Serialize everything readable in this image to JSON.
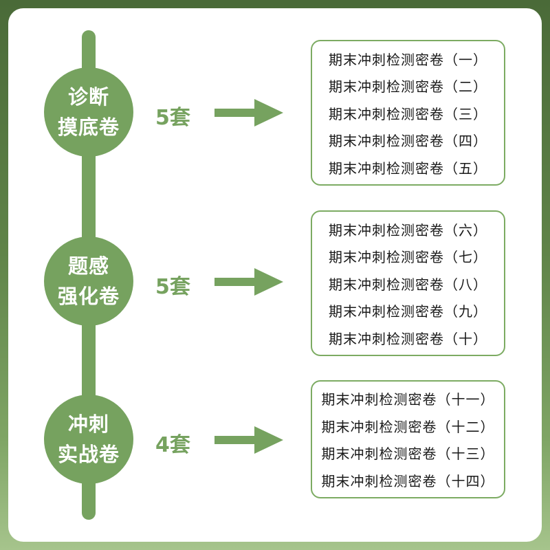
{
  "colors": {
    "accent": "#76a25f",
    "box_border": "#7cab62",
    "background": "#5f8348"
  },
  "groups": [
    {
      "label_line1": "诊断",
      "label_line2": "摸底卷",
      "count": "5套",
      "items": [
        "期末冲刺检测密卷（一）",
        "期末冲刺检测密卷（二）",
        "期末冲刺检测密卷（三）",
        "期末冲刺检测密卷（四）",
        "期末冲刺检测密卷（五）"
      ]
    },
    {
      "label_line1": "题感",
      "label_line2": "强化卷",
      "count": "5套",
      "items": [
        "期末冲刺检测密卷（六）",
        "期末冲刺检测密卷（七）",
        "期末冲刺检测密卷（八）",
        "期末冲刺检测密卷（九）",
        "期末冲刺检测密卷（十）"
      ]
    },
    {
      "label_line1": "冲刺",
      "label_line2": "实战卷",
      "count": "4套",
      "items": [
        "期末冲刺检测密卷（十一）",
        "期末冲刺检测密卷（十二）",
        "期末冲刺检测密卷（十三）",
        "期末冲刺检测密卷（十四）"
      ]
    }
  ]
}
